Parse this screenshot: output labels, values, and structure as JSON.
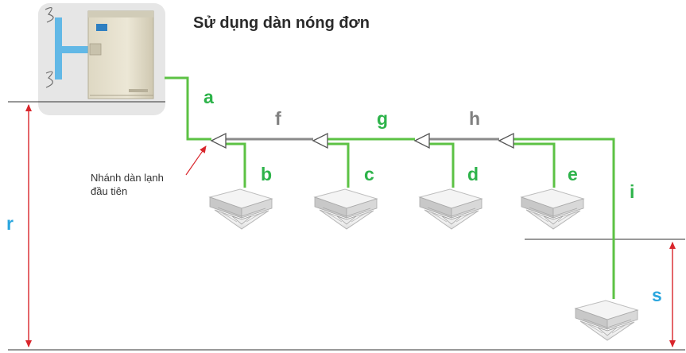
{
  "title": "Sử dụng dàn nóng đơn",
  "segments": {
    "a": "a",
    "b": "b",
    "c": "c",
    "d": "d",
    "e": "e",
    "f": "f",
    "g": "g",
    "h": "h",
    "i": "i"
  },
  "heights": {
    "r": "r",
    "s": "s"
  },
  "first_branch_note": [
    "Nhánh dàn lạnh",
    "đầu tiên"
  ],
  "colors": {
    "pipe_green": "#5cc244",
    "pipe_gray": "#8a8a8a",
    "label_green": "#2db34a",
    "label_gray": "#808080",
    "label_blue": "#2ba6de",
    "dimension_red": "#d9262c"
  },
  "icons": {
    "outdoor_unit": "outdoor-unit-icon",
    "indoor_unit": "cassette-indoor-unit-icon",
    "refnet_joint": "refnet-joint-icon"
  }
}
